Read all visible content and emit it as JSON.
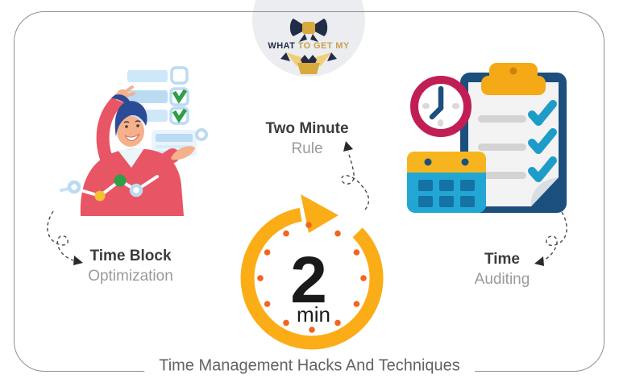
{
  "logo": {
    "brand_dark": "WHAT",
    "brand_gold": "TO GET MY"
  },
  "techniques": {
    "time_block": {
      "title": "Time Block",
      "subtitle": "Optimization"
    },
    "two_minute": {
      "title": "Two Minute",
      "subtitle": "Rule"
    },
    "time_auditing": {
      "title": "Time",
      "subtitle": "Auditing"
    }
  },
  "timer": {
    "value": "2",
    "unit": "min"
  },
  "footer": {
    "title": "Time Management Hacks And Techniques"
  },
  "colors": {
    "timer_gold": "#FBAD18",
    "tick_dot_orange": "#F26421",
    "clipboard_navy": "#1B4F7E",
    "check_teal": "#1E9CC9",
    "clock_magenta": "#C21E56",
    "sweater_red": "#E85564",
    "check_green": "#2E9E47",
    "list_light_blue": "#BBDBF3",
    "brand_navy": "#232C47",
    "brand_gold": "#C8A04E",
    "frame_gray": "#8f8f8f",
    "logo_circle_gray": "#ECEDF0"
  }
}
